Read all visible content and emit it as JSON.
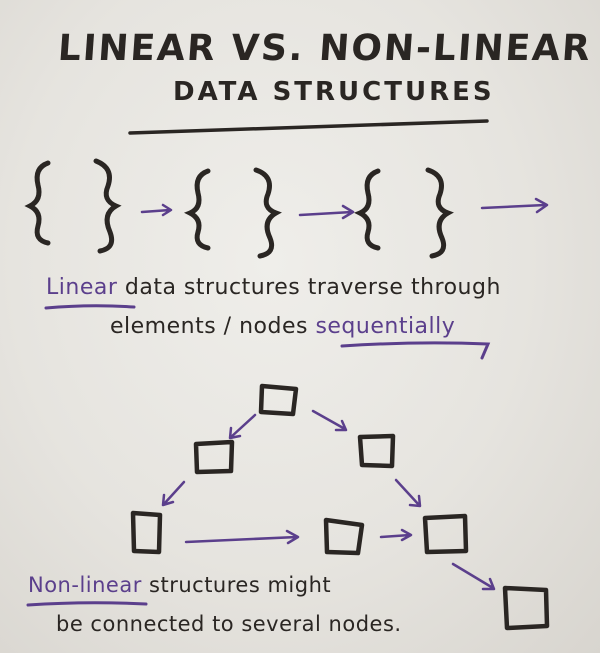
{
  "title": {
    "line1": "LINEAR VS. NON-LINEAR",
    "line2": "DATA STRUCTURES"
  },
  "linear_caption": {
    "keyword": "Linear",
    "rest_line1": " data structures traverse through",
    "line2_start": "elements / nodes ",
    "keyword2": "sequentially"
  },
  "nonlinear_caption": {
    "keyword": "Non-linear",
    "rest_line1": " structures might",
    "line2": "be connected to several nodes."
  },
  "colors": {
    "ink": "#2a2623",
    "purple": "#5b3f8c",
    "board": "#e9e7e2"
  }
}
